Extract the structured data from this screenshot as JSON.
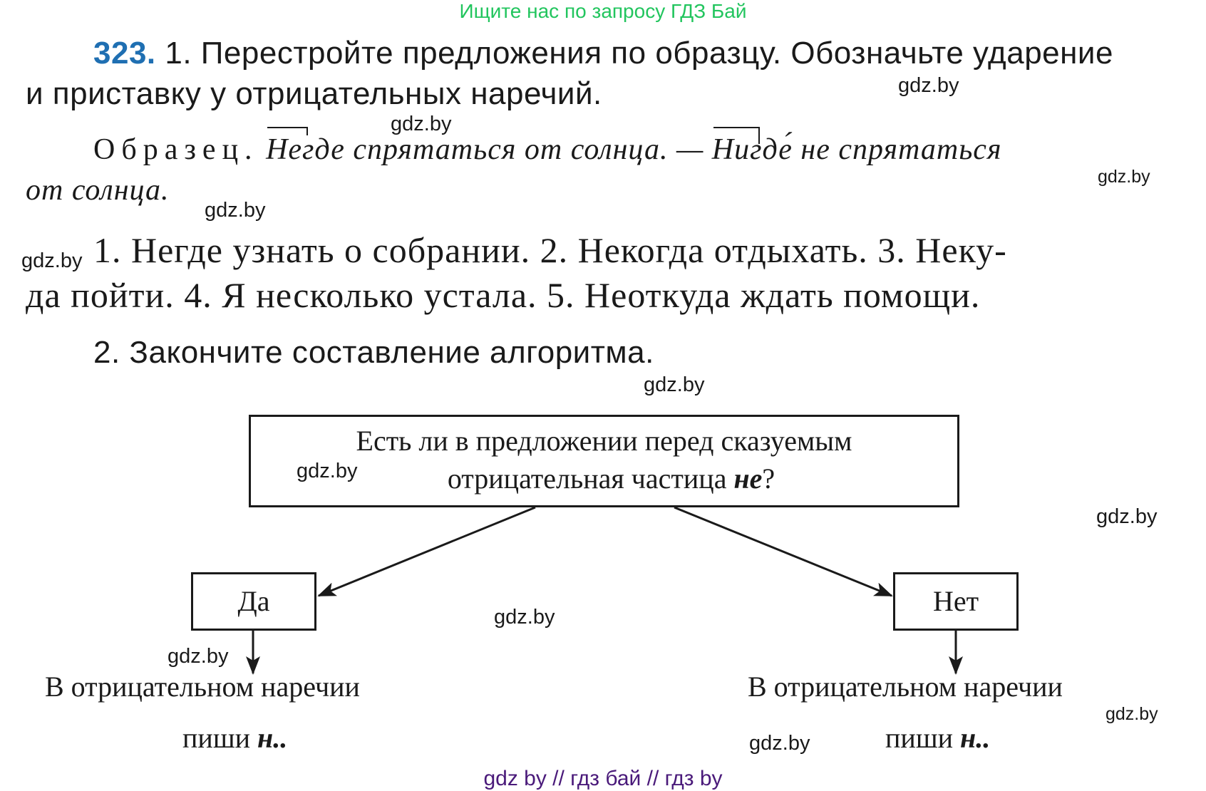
{
  "banner": "Ищите нас по запросу ГДЗ Бай",
  "exercise": {
    "number": "323.",
    "task1_line1": "1. Перестройте предложения по образцу. Обозначьте ударение",
    "task1_line2": "и приставку у отрицательных наречий.",
    "sample": {
      "label": "Образец.",
      "prefix_ne": "Не",
      "part1_rest": "где спрятаться от солнца. —",
      "prefix_ni": "Ни",
      "part2_rest": "где́ не спрятаться",
      "line2": "от солнца."
    },
    "sentences_line1": "1. Негде узнать о собрании. 2. Некогда отдыхать. 3. Неку-",
    "sentences_line2": "да пойти. 4. Я несколько устала. 5. Неоткуда ждать помощи.",
    "task2": "2. Закончите составление алгоритма."
  },
  "algorithm": {
    "question_line1": "Есть ли в предложении перед сказуемым",
    "question_line2": "отрицательная частица",
    "question_particle": "не",
    "question_mark": "?",
    "yes_label": "Да",
    "no_label": "Нет",
    "yes_result_line1": "В отрицательном наречии",
    "yes_result_line2": "пиши",
    "yes_result_letter": "н..",
    "no_result_line1": "В отрицательном наречии",
    "no_result_line2": "пиши",
    "no_result_letter": "н.."
  },
  "watermarks": {
    "text": "gdz.by"
  },
  "footer": "gdz by  //  гдз бай  //  гдз by",
  "colors": {
    "banner": "#22c55e",
    "task_number": "#1f6fb2",
    "footer": "#4a1a7a"
  }
}
